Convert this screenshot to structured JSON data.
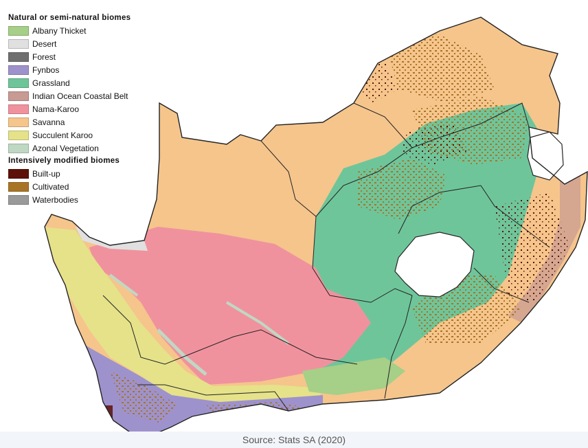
{
  "legend": {
    "natural_heading": "Natural or semi-natural biomes",
    "natural_items": [
      {
        "label": "Albany Thicket",
        "color": "#a6cf87"
      },
      {
        "label": "Desert",
        "color": "#e0e0e0"
      },
      {
        "label": "Forest",
        "color": "#6f6f6f"
      },
      {
        "label": "Fynbos",
        "color": "#9e92cc"
      },
      {
        "label": "Grassland",
        "color": "#6fc59a"
      },
      {
        "label": "Indian Ocean Coastal Belt",
        "color": "#c79a93"
      },
      {
        "label": "Nama-Karoo",
        "color": "#f0929e"
      },
      {
        "label": "Savanna",
        "color": "#f5c58c"
      },
      {
        "label": "Succulent Karoo",
        "color": "#e5e28a"
      },
      {
        "label": "Azonal Vegetation",
        "color": "#bfd8c4"
      }
    ],
    "modified_heading": "Intensively modified biomes",
    "modified_items": [
      {
        "label": "Built-up",
        "color": "#5c1208"
      },
      {
        "label": "Cultivated",
        "color": "#a87527"
      },
      {
        "label": "Waterbodies",
        "color": "#9a9a9a"
      }
    ]
  },
  "source": "Source: Stats SA (2020)"
}
